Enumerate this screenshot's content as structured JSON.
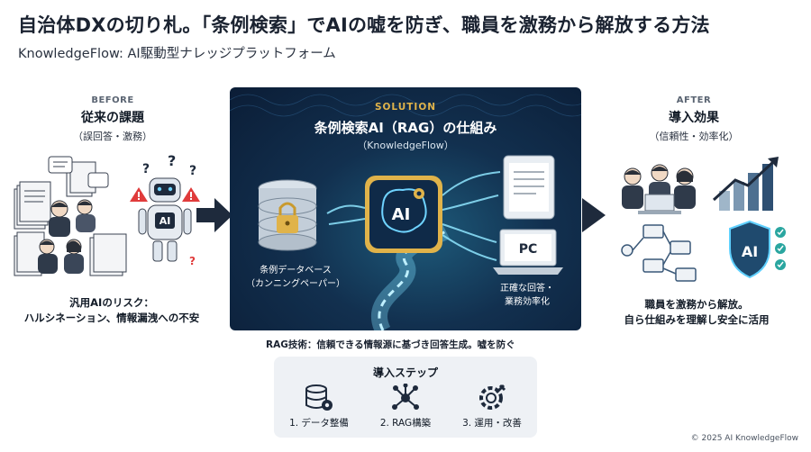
{
  "header": {
    "title": "自治体DXの切り札。「条例検索」でAIの嘘を防ぎ、職員を激務から解放する方法",
    "subtitle": "KnowledgeFlow: AI駆動型ナレッジプラットフォーム"
  },
  "before": {
    "kicker": "BEFORE",
    "heading": "従来の課題",
    "sub": "（誤回答・激務）",
    "ai_badge": "AI",
    "caption_line1": "汎用AIのリスク：",
    "caption_line2": "ハルシネーション、情報漏洩への不安"
  },
  "solution": {
    "kicker": "SOLUTION",
    "heading": "条例検索AI（RAG）の仕組み",
    "sub": "（KnowledgeFlow）",
    "ai_badge": "AI",
    "pc_badge": "PC",
    "db_label_line1": "条例データベース",
    "db_label_line2": "（カンニングペーパー）",
    "out_label_line1": "正確な回答・",
    "out_label_line2": "業務効率化"
  },
  "after": {
    "kicker": "AFTER",
    "heading": "導入効果",
    "sub": "（信頼性・効率化）",
    "ai_badge": "AI",
    "caption_line1": "職員を激務から解放。",
    "caption_line2": "自ら仕組みを理解し安全に活用"
  },
  "rag_note": "RAG技術：信頼できる情報源に基づき回答生成。嘘を防ぐ",
  "steps": {
    "title": "導入ステップ",
    "items": [
      {
        "label": "1. データ整備",
        "icon": "database-gear-icon"
      },
      {
        "label": "2. RAG構築",
        "icon": "network-icon"
      },
      {
        "label": "3. 運用・改善",
        "icon": "wrench-gear-icon"
      }
    ]
  },
  "footer": "© 2025 AI KnowledgeFlow",
  "colors": {
    "navy": "#12304f",
    "accent_gold": "#e0b34a",
    "glow_cyan": "#5fd0ff",
    "check_teal": "#2aa6a0"
  }
}
